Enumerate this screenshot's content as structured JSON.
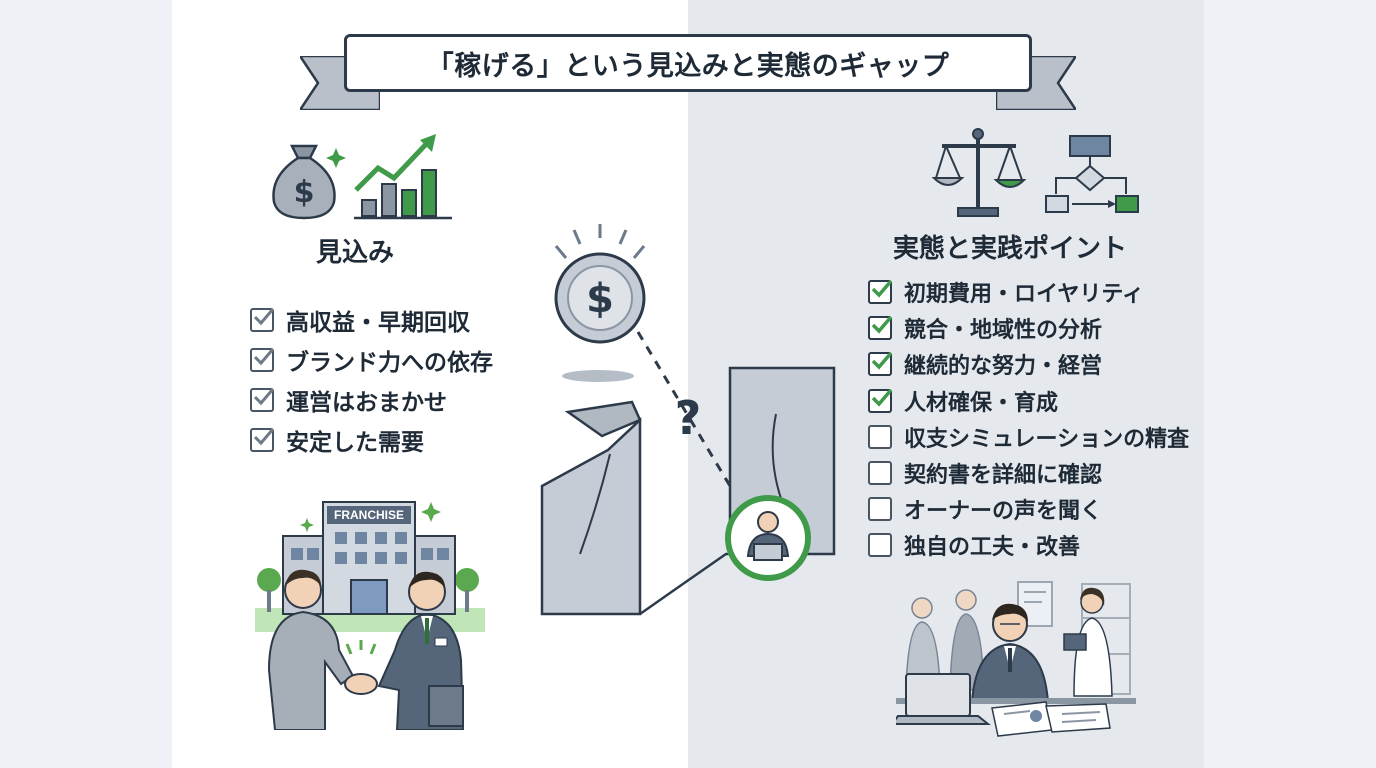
{
  "title": "「稼げる」という見込みと実態のギャップ",
  "left": {
    "heading": "見込み",
    "items": [
      "高収益・早期回収",
      "ブランド力への依存",
      "運営はおまかせ",
      "安定した需要"
    ],
    "building_sign": "FRANCHISE"
  },
  "right": {
    "heading": "実態と実践ポイント",
    "items": [
      {
        "label": "初期費用・ロイヤリティ",
        "checked": true
      },
      {
        "label": "競合・地域性の分析",
        "checked": true
      },
      {
        "label": "継続的な努力・経営",
        "checked": true
      },
      {
        "label": "人材確保・育成",
        "checked": true
      },
      {
        "label": "収支シミュレーションの精査",
        "checked": false
      },
      {
        "label": "契約書を詳細に確認",
        "checked": false
      },
      {
        "label": "オーナーの声を聞く",
        "checked": false
      },
      {
        "label": "独自の工夫・改善",
        "checked": false
      }
    ]
  },
  "center": {
    "question_mark": "?",
    "dollar_symbol": "$"
  },
  "colors": {
    "accent_green": "#3f9a4a",
    "navy": "#2d3a4a",
    "slate": "#6c7a8a"
  }
}
